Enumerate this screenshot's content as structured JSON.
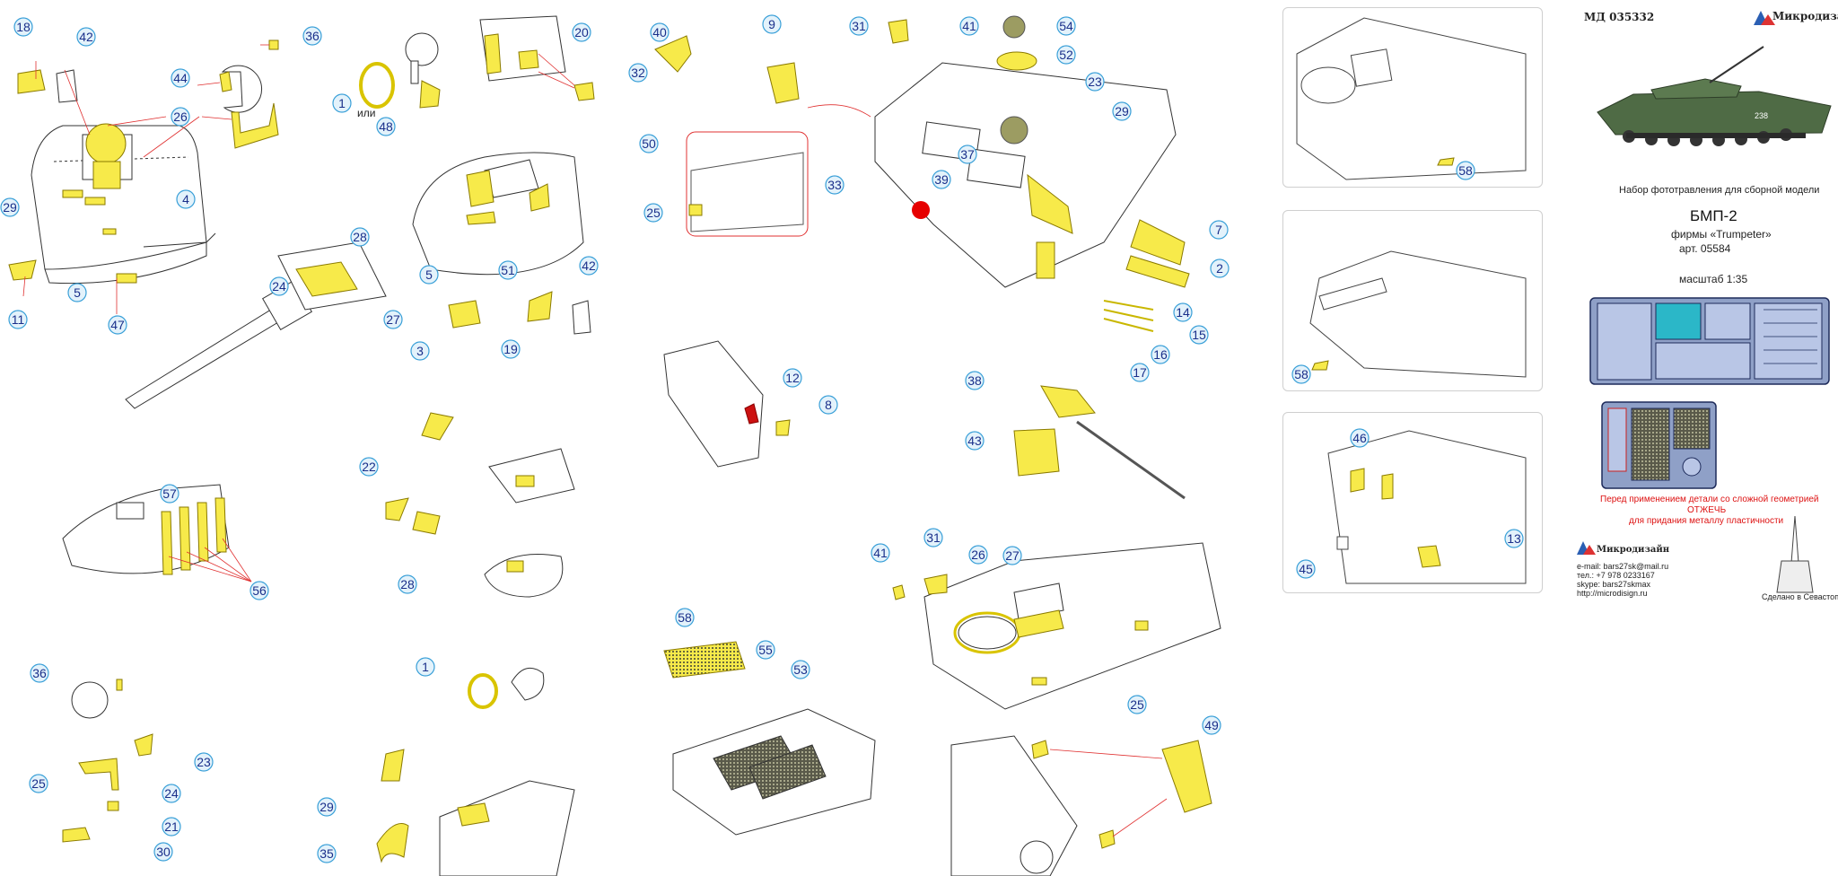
{
  "callouts": {
    "a": [
      {
        "n": "18"
      },
      {
        "n": "42"
      },
      {
        "n": "44"
      },
      {
        "n": "36"
      },
      {
        "n": "26"
      },
      {
        "n": "4"
      },
      {
        "n": "29"
      },
      {
        "n": "5"
      },
      {
        "n": "11"
      },
      {
        "n": "47"
      },
      {
        "n": "1"
      },
      {
        "n": "48"
      },
      {
        "n": "20"
      },
      {
        "n": "28"
      },
      {
        "n": "24"
      },
      {
        "n": "27"
      },
      {
        "n": "5"
      },
      {
        "n": "51"
      },
      {
        "n": "42"
      },
      {
        "n": "3"
      },
      {
        "n": "19"
      }
    ],
    "b": [
      {
        "n": "40"
      },
      {
        "n": "9"
      },
      {
        "n": "32"
      },
      {
        "n": "31"
      },
      {
        "n": "41"
      },
      {
        "n": "54"
      },
      {
        "n": "52"
      },
      {
        "n": "23"
      },
      {
        "n": "29"
      },
      {
        "n": "37"
      },
      {
        "n": "39"
      },
      {
        "n": "50"
      },
      {
        "n": "33"
      },
      {
        "n": "25"
      },
      {
        "n": "7"
      },
      {
        "n": "2"
      },
      {
        "n": "14"
      },
      {
        "n": "15"
      },
      {
        "n": "16"
      },
      {
        "n": "17"
      },
      {
        "n": "12"
      },
      {
        "n": "8"
      },
      {
        "n": "38"
      },
      {
        "n": "43"
      }
    ],
    "c": [
      {
        "n": "57"
      },
      {
        "n": "56"
      },
      {
        "n": "22"
      },
      {
        "n": "28"
      },
      {
        "n": "36"
      },
      {
        "n": "25"
      },
      {
        "n": "24"
      },
      {
        "n": "23"
      },
      {
        "n": "21"
      },
      {
        "n": "30"
      },
      {
        "n": "1"
      },
      {
        "n": "29"
      },
      {
        "n": "35"
      }
    ],
    "d": [
      {
        "n": "58"
      },
      {
        "n": "55"
      },
      {
        "n": "53"
      },
      {
        "n": "41"
      },
      {
        "n": "31"
      },
      {
        "n": "26"
      },
      {
        "n": "27"
      },
      {
        "n": "25"
      },
      {
        "n": "49"
      }
    ],
    "e": [
      {
        "n": "58"
      },
      {
        "n": "58"
      },
      {
        "n": "46"
      },
      {
        "n": "13"
      },
      {
        "n": "45"
      }
    ]
  },
  "ili_label": "или",
  "sheet": {
    "code": "МД 035332",
    "brand": "Микродизайн",
    "set_caption": "Набор фототравления для сборной модели",
    "model_name": "БМП-2",
    "maker": "фирмы «Trumpeter»",
    "article": "арт. 05584",
    "scale": "масштаб 1:35",
    "tank_number": "238",
    "warning": {
      "line1": "Перед применением детали со сложной геометрией",
      "line2": "ОТЖЕЧЬ",
      "line3": "для придания металлу пластичности"
    },
    "footer_brand": "Микродизайн",
    "contacts": [
      "e-mail: bars27sk@mail.ru",
      "тел.: +7 978 0233167",
      "skype: bars27skmax",
      "http://microdisign.ru"
    ],
    "made_in": "Сделано в Севастополе"
  },
  "colors": {
    "part_fill": "#f7ea4a",
    "part_stroke": "#8a7a00",
    "callout_fill": "#e3f2fb",
    "callout_stroke": "#3aa0d8",
    "callout_text": "#1a2f8a",
    "arrow": "#e03030",
    "marker": "#e60000",
    "warn": "#d11111"
  }
}
